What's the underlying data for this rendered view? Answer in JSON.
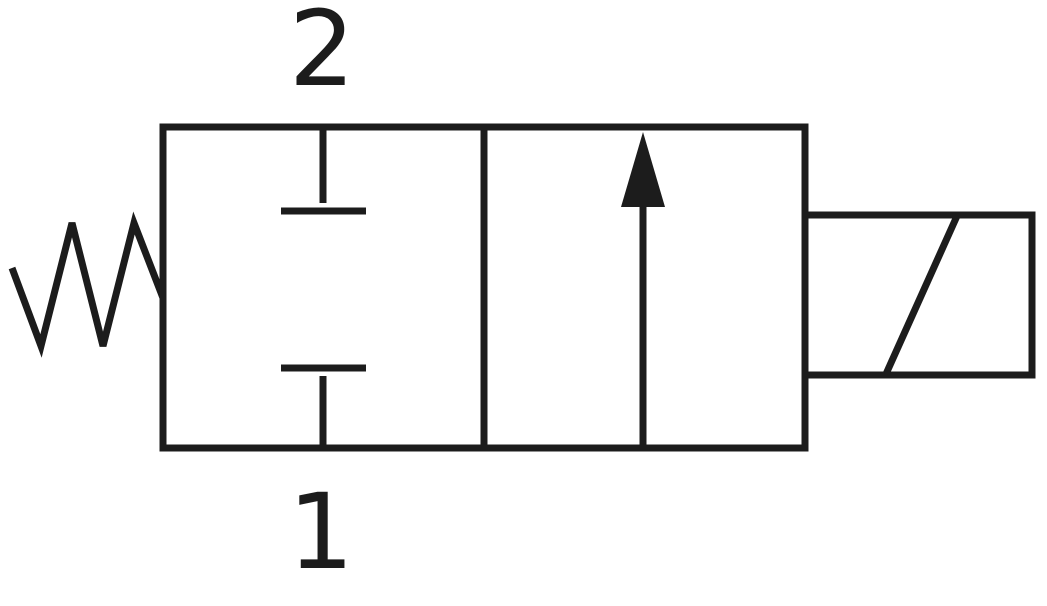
{
  "diagram": {
    "kind": "valve-schematic-symbol",
    "background": "#ffffff",
    "line_color": "#1c1c1c",
    "labels": {
      "port_top": "2",
      "port_bottom": "1"
    },
    "components": {
      "left_side": "spring-return",
      "left_chamber": "closed-position-blocked-ports",
      "right_chamber": "open-flow-arrow",
      "right_side": "solenoid-actuator"
    }
  }
}
